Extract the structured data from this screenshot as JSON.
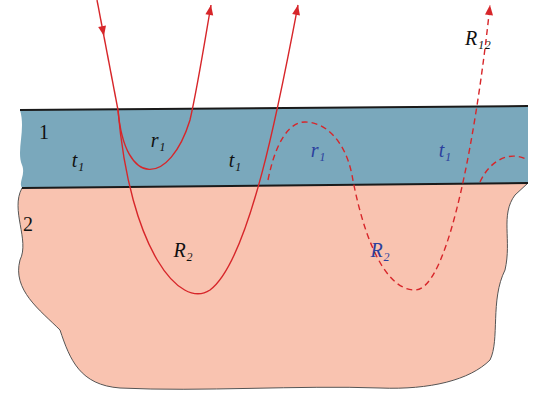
{
  "diagram": {
    "nodes": [
      {
        "text": [
          "1"
        ]
      },
      {
        "text": [
          "2"
        ]
      }
    ],
    "labels": [
      "R₁₂",
      "t₁",
      "r₁",
      "t₁",
      "r₁",
      "t₁",
      "R₂",
      "R₂"
    ]
  }
}
